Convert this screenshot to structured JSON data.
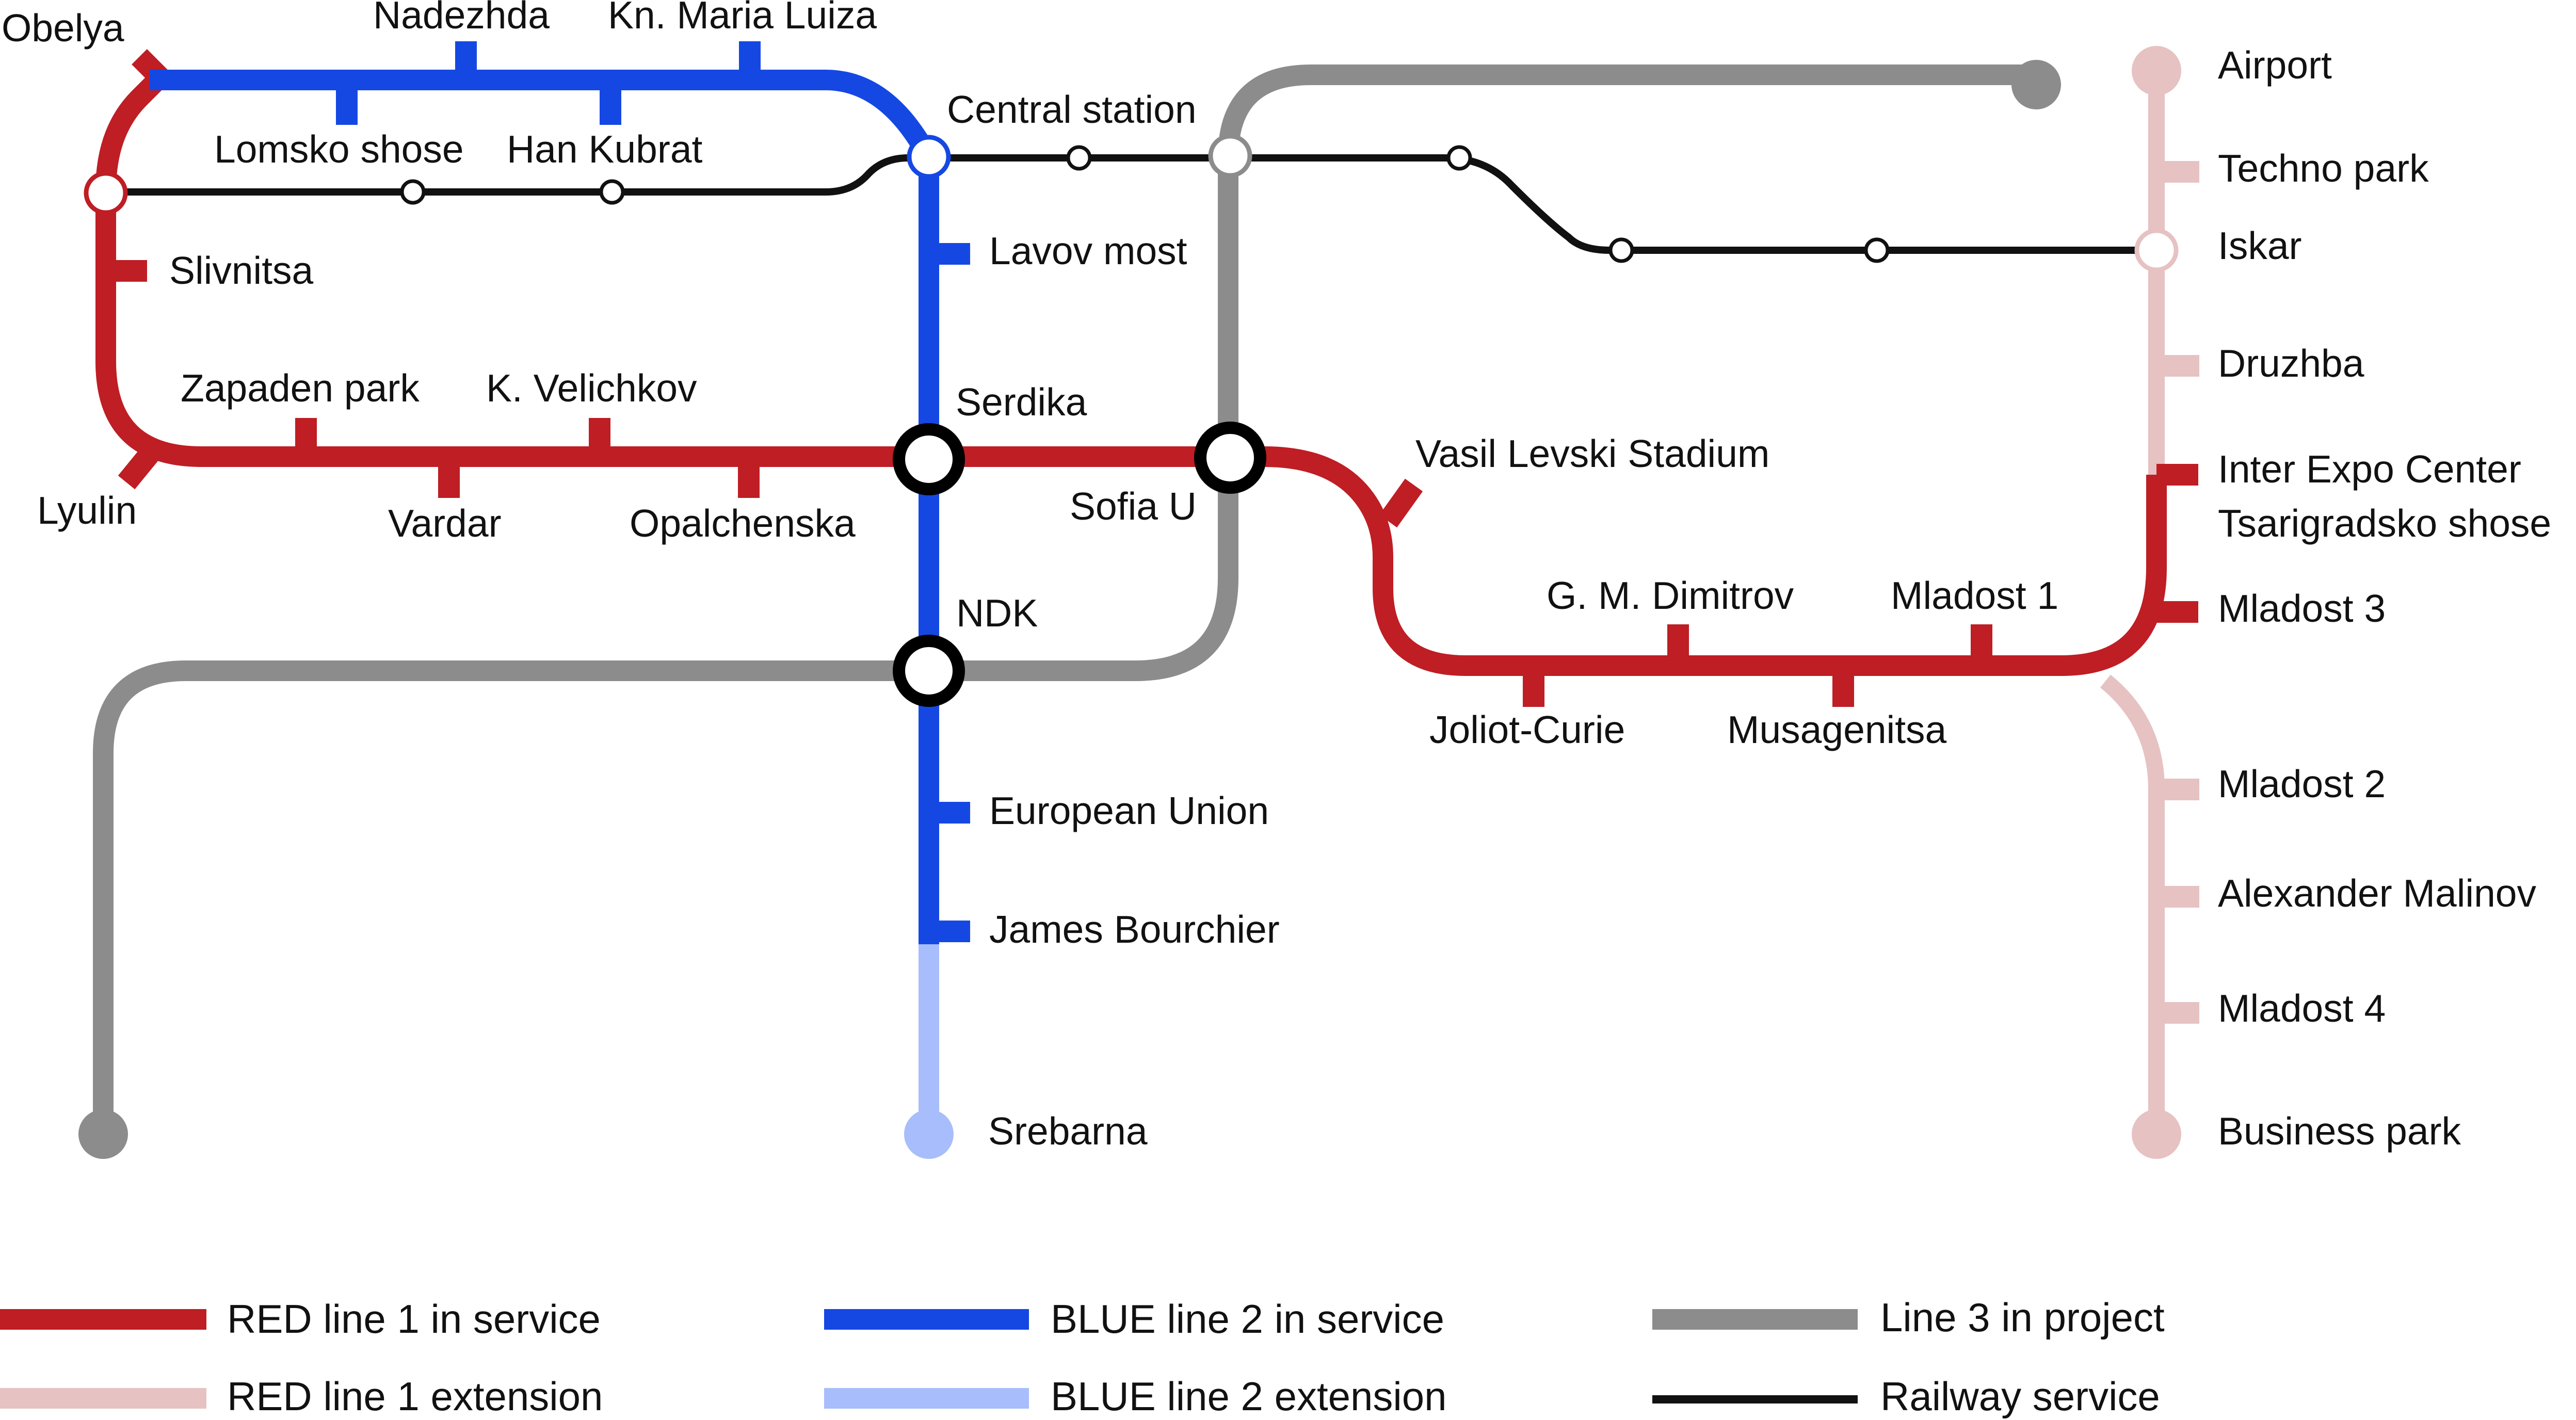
{
  "colors": {
    "red": "#BE1E24",
    "red_extension": "#E6C2C2",
    "blue": "#1548E3",
    "blue_extension": "#A8BDFB",
    "grey": "#8C8C8C",
    "railway": "#111111"
  },
  "stations": {
    "obelya": "Obelya",
    "nadezhda": "Nadezhda",
    "kn_maria_luiza": "Kn. Maria Luiza",
    "lomsko_shose": "Lomsko shose",
    "han_kubrat": "Han Kubrat",
    "central_station": "Central station",
    "slivnitsa": "Slivnitsa",
    "lavov_most": "Lavov most",
    "zapaden_park": "Zapaden park",
    "k_velichkov": "K. Velichkov",
    "serdika": "Serdika",
    "lyulin": "Lyulin",
    "vardar": "Vardar",
    "opalchenska": "Opalchenska",
    "sofia_u": "Sofia U",
    "vasil_levski_stadium": "Vasil Levski Stadium",
    "ndk": "NDK",
    "g_m_dimitrov": "G. M. Dimitrov",
    "mladost_1": "Mladost 1",
    "joliot_curie": "Joliot-Curie",
    "musagenitsa": "Musagenitsa",
    "european_union": "European Union",
    "james_bourchier": "James Bourchier",
    "srebarna": "Srebarna",
    "airport": "Airport",
    "techno_park": "Techno park",
    "iskar": "Iskar",
    "druzhba": "Druzhba",
    "inter_expo_center": "Inter Expo Center",
    "tsarigradsko_shose": "Tsarigradsko shose",
    "mladost_3": "Mladost 3",
    "mladost_2": "Mladost 2",
    "alexander_malinov": "Alexander Malinov",
    "mladost_4": "Mladost 4",
    "business_park": "Business park"
  },
  "legend": {
    "red_in_service": "RED line 1 in service",
    "red_extension": "RED line 1 extension",
    "blue_in_service": "BLUE line 2 in service",
    "blue_extension": "BLUE line 2 extension",
    "line3_project": "Line 3 in project",
    "railway": "Railway service"
  }
}
